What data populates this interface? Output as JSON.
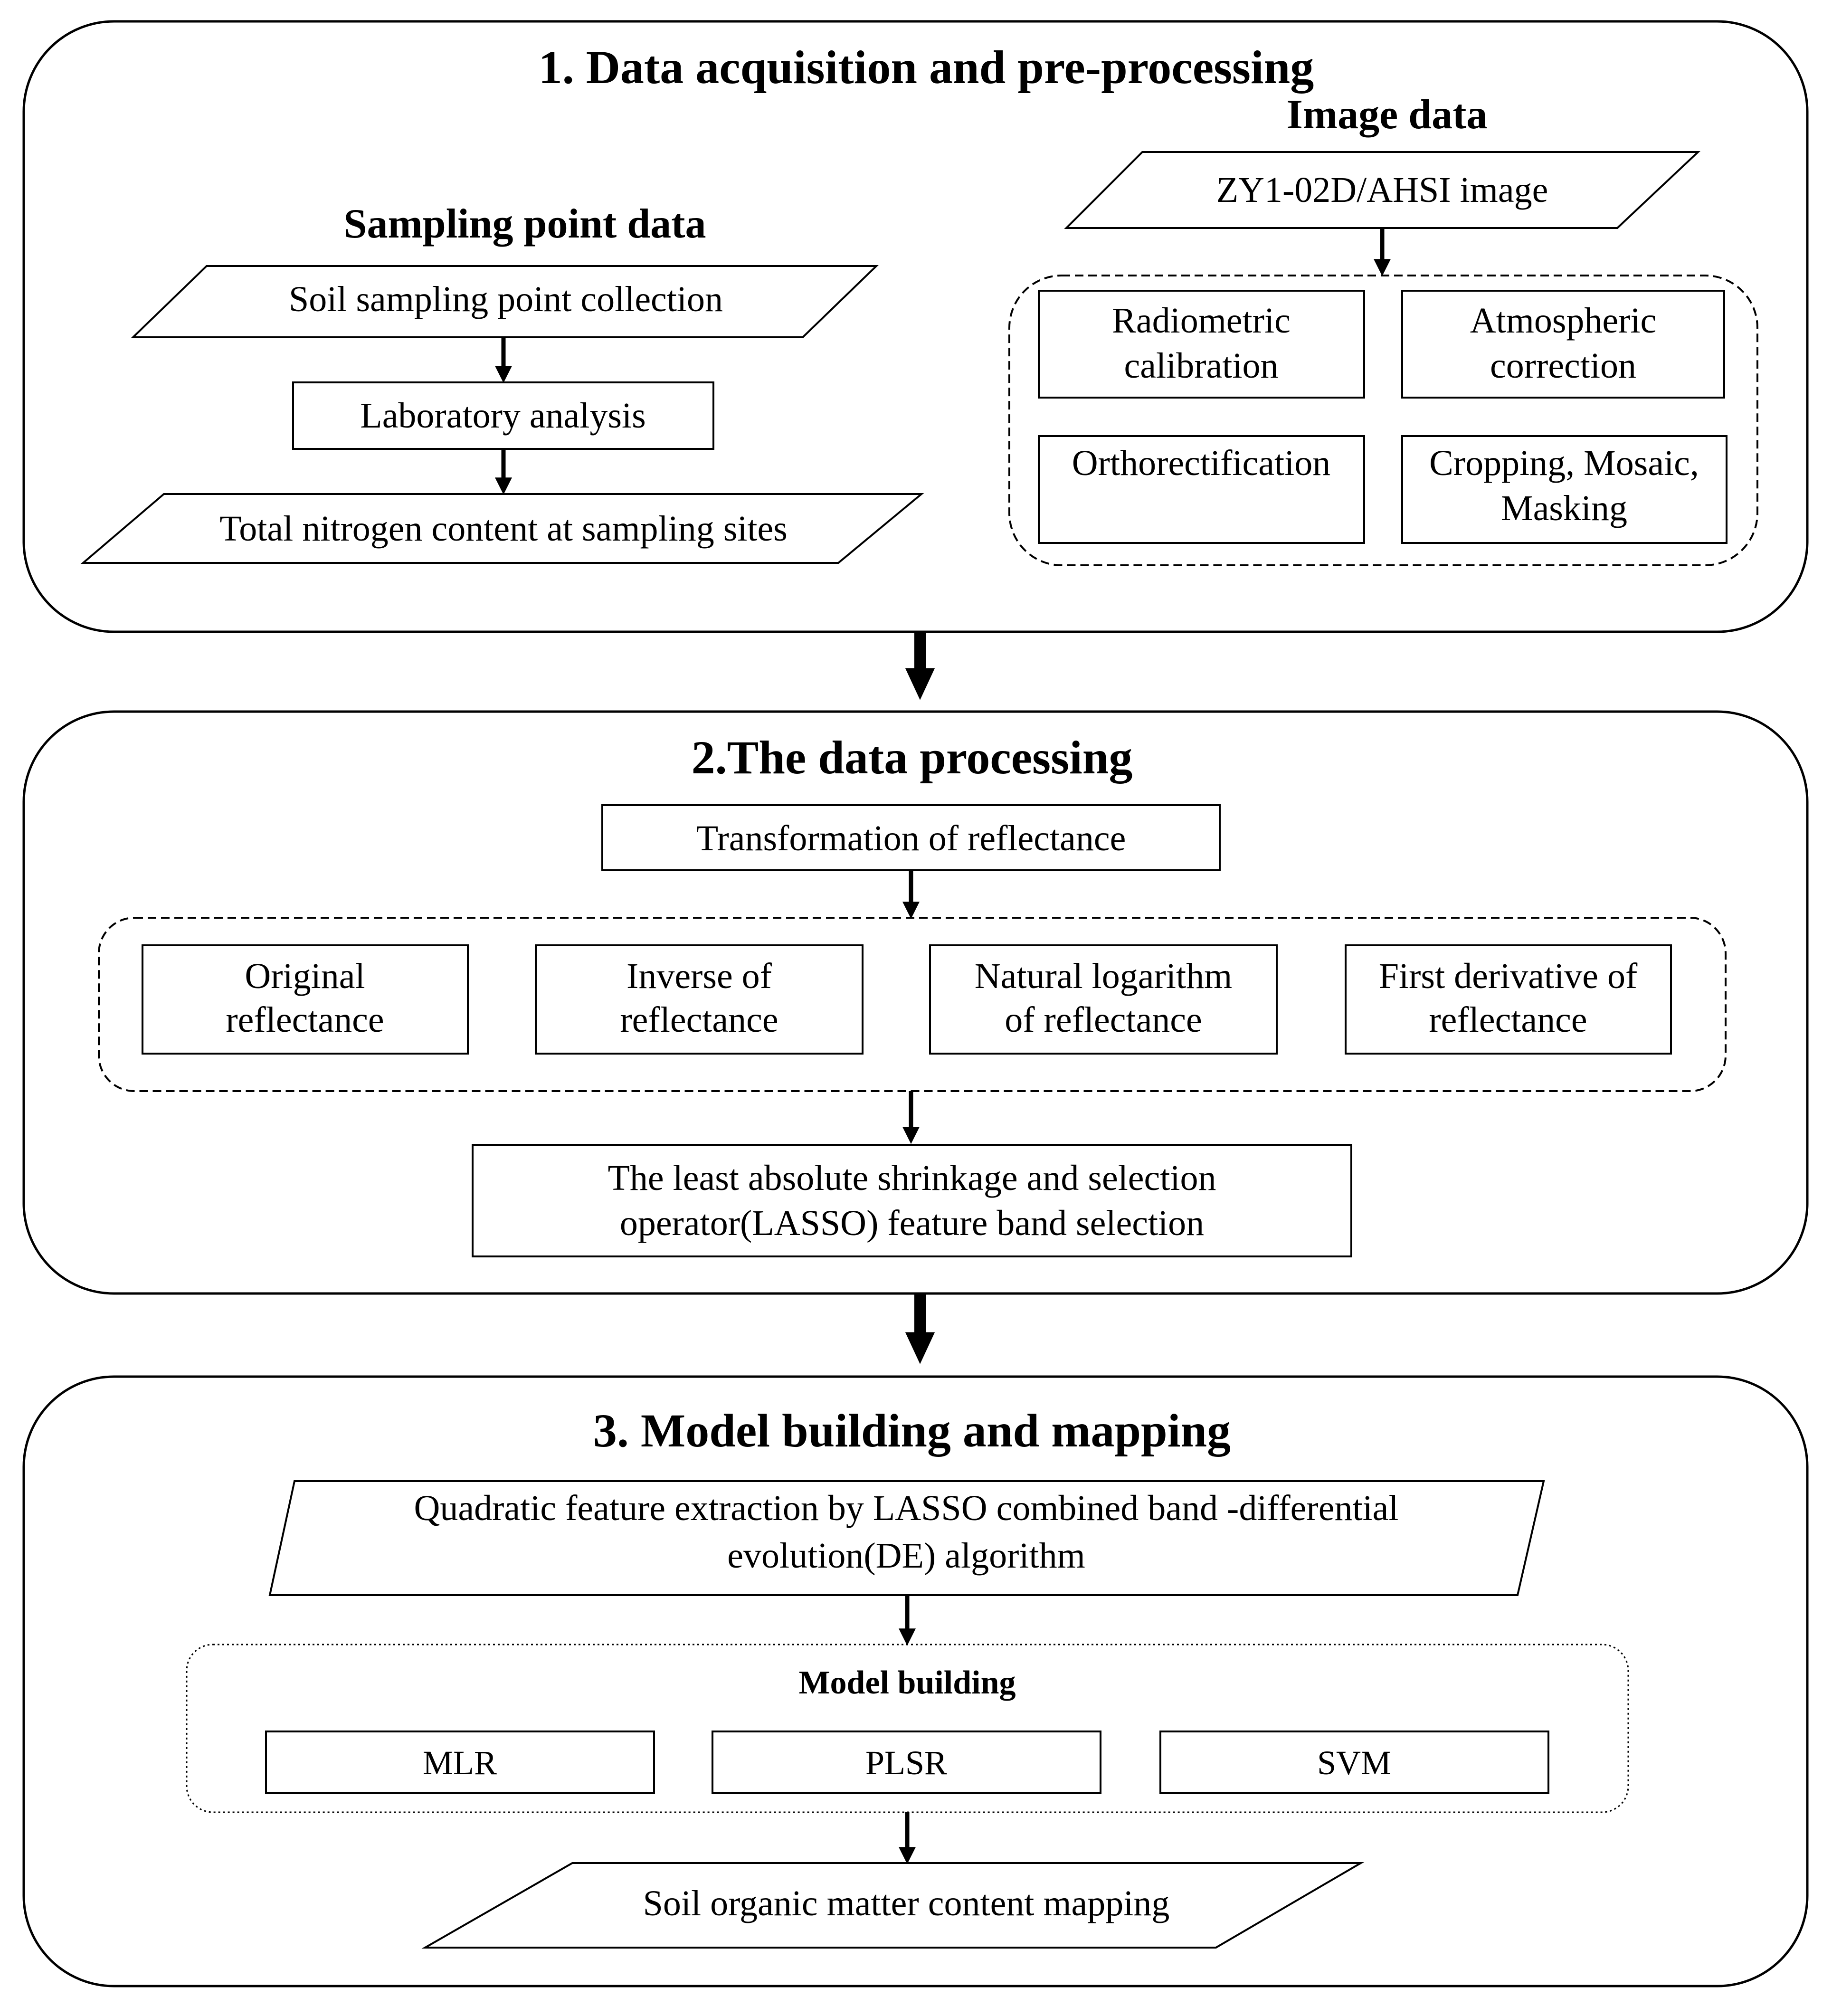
{
  "section1": {
    "title": "1. Data acquisition and pre-processing",
    "sampling": {
      "heading": "Sampling point data",
      "collection": "Soil sampling point collection",
      "lab": "Laboratory analysis",
      "result": "Total nitrogen content at sampling sites"
    },
    "image": {
      "heading": "Image data",
      "source": "ZY1-02D/AHSI  image",
      "steps": [
        [
          "Radiometric",
          "calibration"
        ],
        [
          "Atmospheric",
          "correction"
        ],
        [
          "Orthorectification"
        ],
        [
          "Cropping, Mosaic,",
          "Masking"
        ]
      ]
    }
  },
  "section2": {
    "title": "2.The data processing",
    "transform": "Transformation of reflectance",
    "methods": [
      [
        "Original",
        "reflectance"
      ],
      [
        "Inverse of",
        "reflectance"
      ],
      [
        "Natural logarithm",
        "of reflectance"
      ],
      [
        "First derivative of",
        "reflectance"
      ]
    ],
    "lasso": [
      "The least absolute shrinkage and selection",
      "operator(LASSO) feature band selection"
    ]
  },
  "section3": {
    "title": "3. Model building and mapping",
    "extraction": [
      "Quadratic feature extraction by LASSO combined band -differential",
      "evolution(DE) algorithm"
    ],
    "model_heading": "Model building",
    "models": [
      "MLR",
      "PLSR",
      "SVM"
    ],
    "output": "Soil organic matter content mapping"
  }
}
